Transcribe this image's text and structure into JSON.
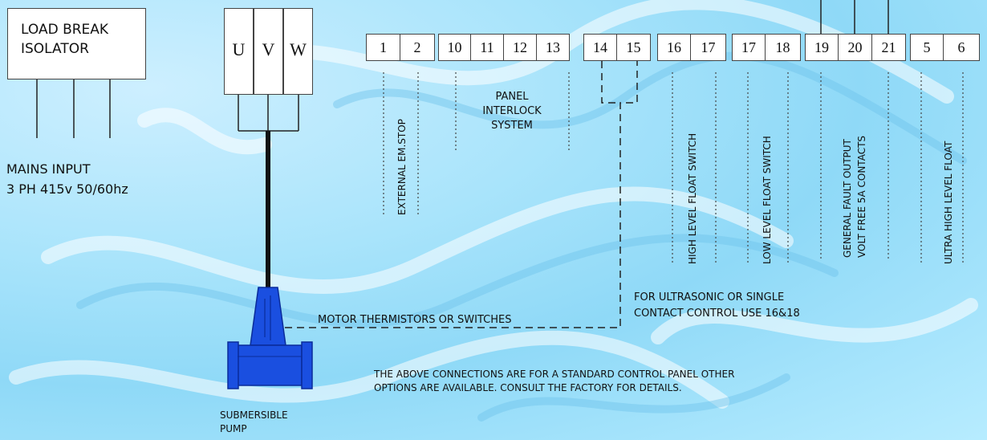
{
  "isolator": {
    "line1": "LOAD BREAK",
    "line2": "ISOLATOR"
  },
  "mains": {
    "line1": "MAINS INPUT",
    "line2": "3 PH 415v 50/60hz"
  },
  "motor_terminals": [
    "U",
    "V",
    "W"
  ],
  "terminals": [
    "1",
    "2",
    "10",
    "11",
    "12",
    "13",
    "14",
    "15",
    "16",
    "17",
    "17",
    "18",
    "19",
    "20",
    "21",
    "5",
    "6"
  ],
  "labels": {
    "external_em_stop": "EXTERNAL EM.STOP",
    "panel_interlock": [
      "PANEL",
      "INTERLOCK",
      "SYSTEM"
    ],
    "high_level_float": "HIGH LEVEL FLOAT SWITCH",
    "low_level_float": "LOW LEVEL FLOAT SWITCH",
    "general_fault_1": "GENERAL FAULT OUTPUT",
    "general_fault_2": "VOLT FREE 5A CONTACTS",
    "ultra_high_float": "ULTRA HIGH LEVEL FLOAT",
    "motor_thermistors": "MOTOR THERMISTORS OR SWITCHES",
    "ultrasonic_1": "FOR ULTRASONIC OR SINGLE",
    "ultrasonic_2": "CONTACT CONTROL USE 16&18",
    "note_1": "THE ABOVE CONNECTIONS ARE FOR A STANDARD CONTROL PANEL OTHER",
    "note_2": "OPTIONS ARE AVAILABLE. CONSULT THE FACTORY FOR DETAILS.",
    "pump_1": "SUBMERSIBLE",
    "pump_2": "PUMP"
  },
  "colors": {
    "pump_blue": "#1a4fe0",
    "pump_dark": "#0a2c9a",
    "line": "#222222"
  }
}
